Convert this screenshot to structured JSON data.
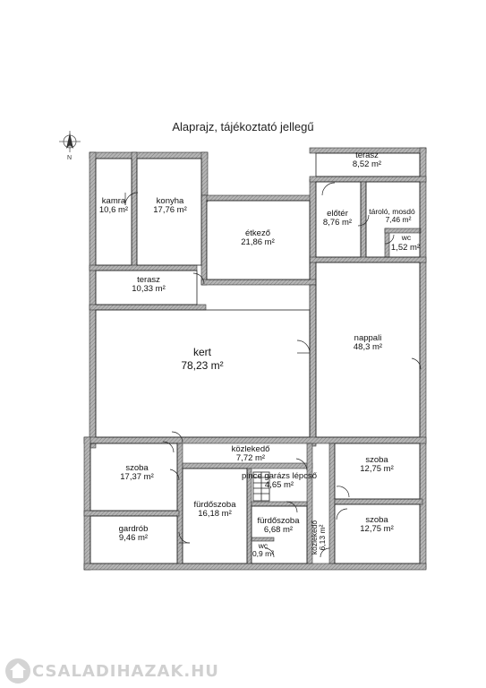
{
  "title": "Alaprajz, tájékoztató jellegű",
  "compass_letter": "N",
  "watermark": "CSALADIHAZAK.HU",
  "rooms": {
    "terasz_top": {
      "name": "terasz",
      "area": "8,52 m²"
    },
    "kamra": {
      "name": "kamra",
      "area": "10,6 m²"
    },
    "konyha": {
      "name": "konyha",
      "area": "17,76 m²"
    },
    "etkezo": {
      "name": "étkező",
      "area": "21,86 m²"
    },
    "eloter": {
      "name": "előtér",
      "area": "8,76 m²"
    },
    "tarolo": {
      "name": "tároló, mosdó",
      "area": "7,46 m²"
    },
    "wc_top": {
      "name": "wc",
      "area": "1,52 m²"
    },
    "terasz_mid": {
      "name": "terasz",
      "area": "10,33 m²"
    },
    "nappali": {
      "name": "nappali",
      "area": "48,3 m²"
    },
    "kert": {
      "name": "kert",
      "area": "78,23 m²"
    },
    "kozlekedo": {
      "name": "közlekedő",
      "area": "7,72 m²"
    },
    "szoba_left": {
      "name": "szoba",
      "area": "17,37 m²"
    },
    "pince": {
      "name": "pince garázs lépcső",
      "area": "4,65 m²"
    },
    "szoba_r1": {
      "name": "szoba",
      "area": "12,75 m²"
    },
    "furdo1": {
      "name": "fürdőszoba",
      "area": "16,18 m²"
    },
    "furdo2": {
      "name": "fürdőszoba",
      "area": "6,68 m²"
    },
    "kozlekedo_v": {
      "name": "közlekedő",
      "area": "6,13 m²"
    },
    "szoba_r2": {
      "name": "szoba",
      "area": "12,75 m²"
    },
    "gardrob": {
      "name": "gardrób",
      "area": "9,46 m²"
    },
    "wc_bottom": {
      "name": "wc",
      "area": "0,9 m²"
    }
  },
  "colors": {
    "wall": "#9a9a9a",
    "wall_edge": "#333333",
    "line": "#222222",
    "watermark": "#cfcfcf"
  }
}
